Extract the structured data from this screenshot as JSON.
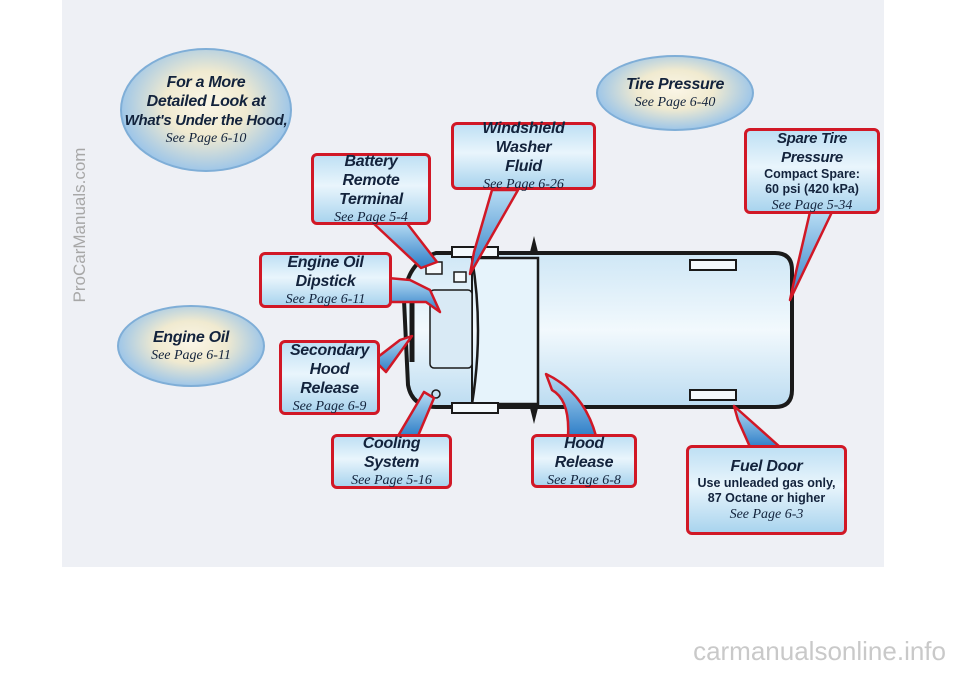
{
  "ovals": {
    "hood": {
      "line1": "For a More",
      "line2": "Detailed Look at",
      "line3": "What's Under the Hood,",
      "page": "See Page 6-10"
    },
    "tire": {
      "title": "Tire Pressure",
      "page": "See Page 6-40"
    },
    "oil": {
      "title": "Engine Oil",
      "page": "See Page 6-11"
    }
  },
  "callouts": {
    "battery": {
      "line1": "Battery Remote",
      "line2": "Terminal",
      "page": "See Page 5-4"
    },
    "washer": {
      "line1": "Windshield Washer",
      "line2": "Fluid",
      "page": "See Page 6-26"
    },
    "spare": {
      "title": "Spare Tire Pressure",
      "line1": "Compact Spare:",
      "line2": "60 psi (420 kPa)",
      "page": "See Page 5-34"
    },
    "dipstick": {
      "title": "Engine Oil Dipstick",
      "page": "See Page 6-11"
    },
    "secondary": {
      "line1": "Secondary",
      "line2": "Hood Release",
      "page": "See Page 6-9"
    },
    "cooling": {
      "title": "Cooling System",
      "page": "See Page 5-16"
    },
    "hood_release": {
      "title": "Hood Release",
      "page": "See Page 6-8"
    },
    "fuel": {
      "title": "Fuel Door",
      "line1": "Use unleaded gas only,",
      "line2": "87 Octane or higher",
      "page": "See Page 6-3"
    }
  },
  "watermarks": {
    "left": "ProCarManuals.com",
    "bottom": "carmanualsonline.info"
  },
  "colors": {
    "border": "#d11826",
    "callout_fill": "#bfe0f4",
    "oval_edge": "#3f7fc3",
    "text": "#13233c"
  }
}
